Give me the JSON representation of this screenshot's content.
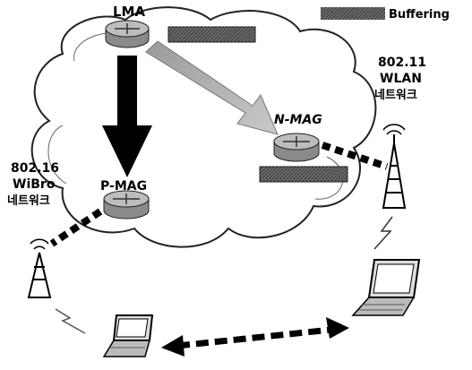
{
  "legend": {
    "label": "Buffering"
  },
  "nodes": {
    "lma": {
      "label": "LMA"
    },
    "n_mag": {
      "label": "N-MAG"
    },
    "p_mag": {
      "label": "P-MAG"
    }
  },
  "networks": {
    "wlan": {
      "line1": "802.11",
      "line2": "WLAN",
      "line3": "네트워크"
    },
    "wibro": {
      "line1": "802.16",
      "line2": "WiBro",
      "line3": "네트워크"
    }
  },
  "colors": {
    "buffer": "#555555",
    "cloud": "#ffffff",
    "router_top": "#bdbdbd",
    "router_side": "#8a8a8a"
  }
}
